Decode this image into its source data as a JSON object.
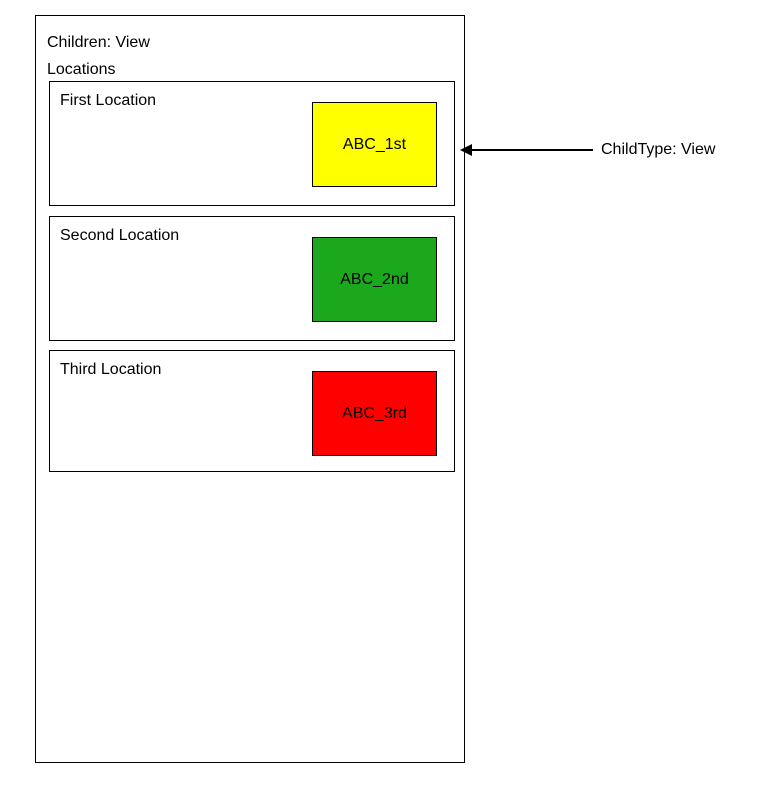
{
  "diagram": {
    "container": {
      "title": "Children: View\nLocations"
    },
    "locations": [
      {
        "label": "First Location",
        "child_label": "ABC_1st",
        "child_color": "#FFFF00"
      },
      {
        "label": "Second Location",
        "child_label": "ABC_2nd",
        "child_color": "#1CA81C"
      },
      {
        "label": "Third Location",
        "child_label": "ABC_3rd",
        "child_color": "#FF0000"
      }
    ],
    "annotation": {
      "label": "ChildType: View"
    }
  }
}
